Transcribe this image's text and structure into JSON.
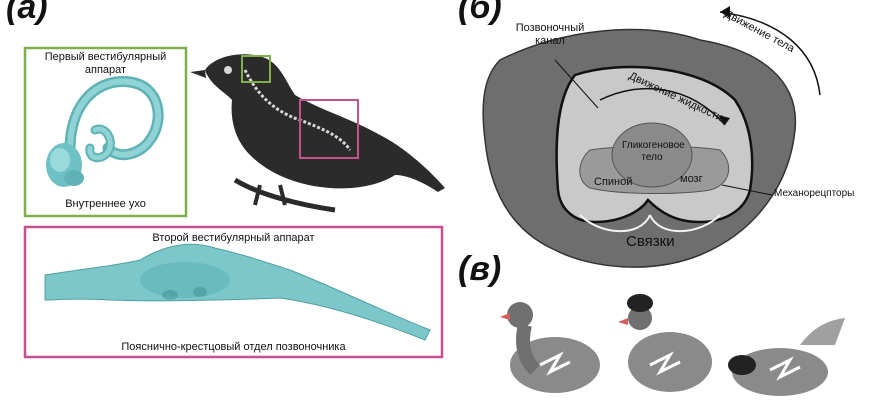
{
  "panels": {
    "a": {
      "letter": "(a)",
      "inset_top": {
        "title": "Первый вестибулярный аппарат",
        "bottom_label": "Внутреннее ухо",
        "border_color": "#7db04a"
      },
      "inset_bottom": {
        "title": "Второй вестибулярный аппарат",
        "bottom_label": "Пояснично-крестцовый отдел позвоночника",
        "border_color": "#c9508f"
      },
      "bird_highlight_colors": [
        "#7db04a",
        "#c9508f"
      ]
    },
    "b": {
      "letter": "(б)",
      "labels": {
        "canal": "Позвоночный канал",
        "body_motion": "Движение тела",
        "fluid_motion": "Движение жидкости",
        "glycogen_body": "Гликогеновое тело",
        "spinal": "Спиной",
        "cord": "мозг",
        "mechanoreceptors": "Механорецпторы",
        "ligaments": "Связки"
      }
    },
    "v": {
      "letter": "(в)"
    }
  },
  "colors": {
    "cochlea": "#7cc7c9",
    "vertebra_outer": "#6e6e6e",
    "canal_fill": "#c9c9c9",
    "bird_body": "#2b2b2b",
    "pigeon_grey": "#8a8a8a",
    "pigeon_leg": "#d06060"
  }
}
